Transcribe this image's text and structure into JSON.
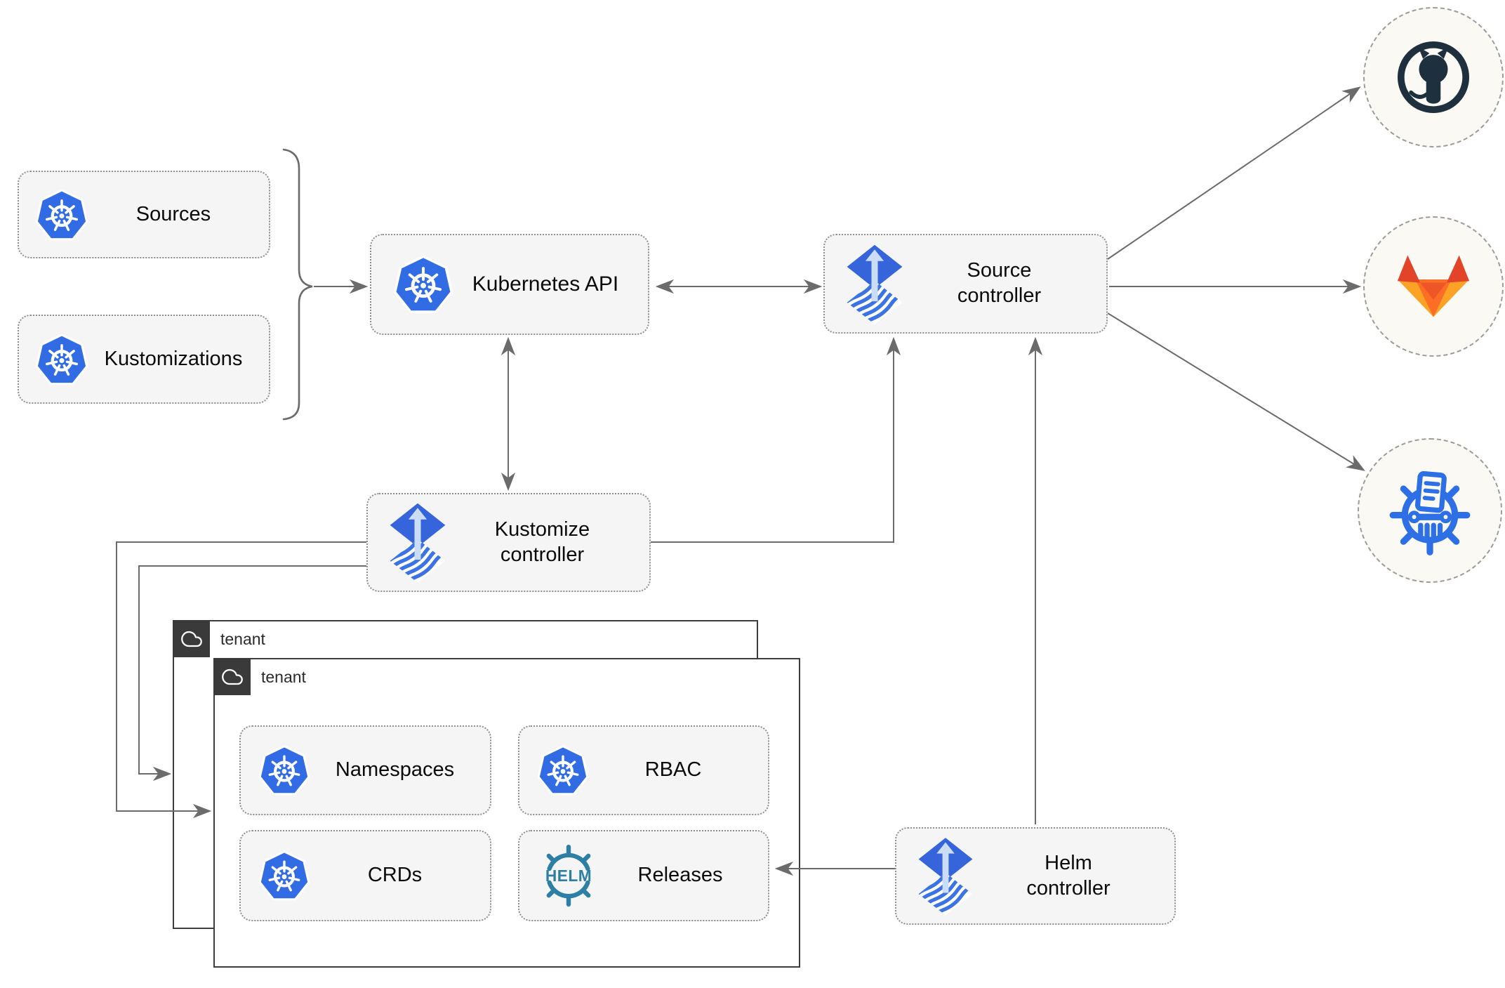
{
  "nodes": {
    "sources": {
      "label": "Sources",
      "icon": "kubernetes-icon"
    },
    "kustomizations": {
      "label": "Kustomizations",
      "icon": "kubernetes-icon"
    },
    "kubernetes_api": {
      "label": "Kubernetes API",
      "icon": "kubernetes-icon"
    },
    "source_controller": {
      "label": "Source\ncontroller",
      "icon": "flux-icon"
    },
    "kustomize_controller": {
      "label": "Kustomize\ncontroller",
      "icon": "flux-icon"
    },
    "helm_controller": {
      "label": "Helm\ncontroller",
      "icon": "flux-icon"
    },
    "namespaces": {
      "label": "Namespaces",
      "icon": "kubernetes-icon"
    },
    "rbac": {
      "label": "RBAC",
      "icon": "kubernetes-icon"
    },
    "crds": {
      "label": "CRDs",
      "icon": "kubernetes-icon"
    },
    "releases": {
      "label": "Releases",
      "icon": "helm-icon"
    }
  },
  "groups": {
    "tenant_back": {
      "label": "tenant",
      "icon": "cloud-icon"
    },
    "tenant_front": {
      "label": "tenant",
      "icon": "cloud-icon"
    }
  },
  "externals": {
    "github": {
      "icon": "github-icon"
    },
    "gitlab": {
      "icon": "gitlab-icon"
    },
    "manifests": {
      "icon": "kubernetes-manifests-icon"
    }
  },
  "helm_logo_text": "HELM",
  "edges": [
    {
      "from": "sources+kustomizations",
      "to": "kubernetes_api",
      "style": "arrow"
    },
    {
      "from": "kubernetes_api",
      "to": "source_controller",
      "style": "double-arrow"
    },
    {
      "from": "kubernetes_api",
      "to": "kustomize_controller",
      "style": "double-arrow"
    },
    {
      "from": "kustomize_controller",
      "to": "source_controller",
      "style": "arrow"
    },
    {
      "from": "helm_controller",
      "to": "source_controller",
      "style": "arrow"
    },
    {
      "from": "source_controller",
      "to": "github",
      "style": "arrow"
    },
    {
      "from": "source_controller",
      "to": "gitlab",
      "style": "arrow"
    },
    {
      "from": "source_controller",
      "to": "manifests",
      "style": "arrow"
    },
    {
      "from": "kustomize_controller",
      "to": "tenant_front",
      "style": "arrow"
    },
    {
      "from": "kustomize_controller",
      "to": "tenant_back",
      "style": "arrow"
    },
    {
      "from": "helm_controller",
      "to": "releases",
      "style": "arrow"
    }
  ],
  "colors": {
    "kubernetes_blue": "#326CE5",
    "flux_blue": "#3564DB",
    "flux_arrow_light": "#CBDCF5",
    "helm_teal": "#2E7FA4",
    "github_dark": "#1E2F3D",
    "gitlab_red": "#E24329",
    "gitlab_orange": "#FC6D26",
    "gitlab_yellow": "#FCA326",
    "manifests_blue": "#2D6FE4",
    "box_fill": "#F5F5F5",
    "box_border": "#8F8F8F",
    "tenant_border": "#3D3D3D",
    "tenant_header_bg": "#3A3A3A",
    "connector_gray": "#6B6B6B",
    "circle_fill": "#FAF9F4",
    "circle_border": "#9C9C9C"
  }
}
